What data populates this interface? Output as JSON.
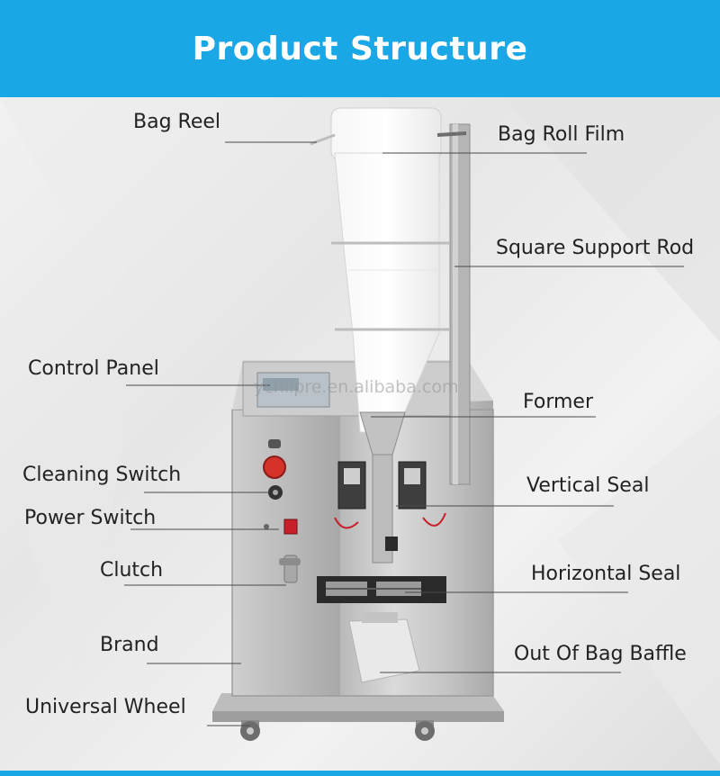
{
  "title": "Product Structure",
  "watermark": "ychlipre.en.alibaba.com",
  "labels": {
    "bag_reel": "Bag Reel",
    "bag_roll_film": "Bag Roll Film",
    "square_support_rod": "Square Support Rod",
    "control_panel": "Control Panel",
    "former": "Former",
    "cleaning_switch": "Cleaning Switch",
    "vertical_seal": "Vertical Seal",
    "power_switch": "Power Switch",
    "clutch": "Clutch",
    "horizontal_seal": "Horizontal Seal",
    "brand": "Brand",
    "out_of_bag_baffle": "Out Of Bag Baffle",
    "universal_wheel": "Universal Wheel"
  },
  "colors": {
    "banner": "#1aa7e6",
    "machine_body": "#c9c9c9",
    "emergency_button": "#d4322b",
    "power_switch": "#c8202a"
  }
}
